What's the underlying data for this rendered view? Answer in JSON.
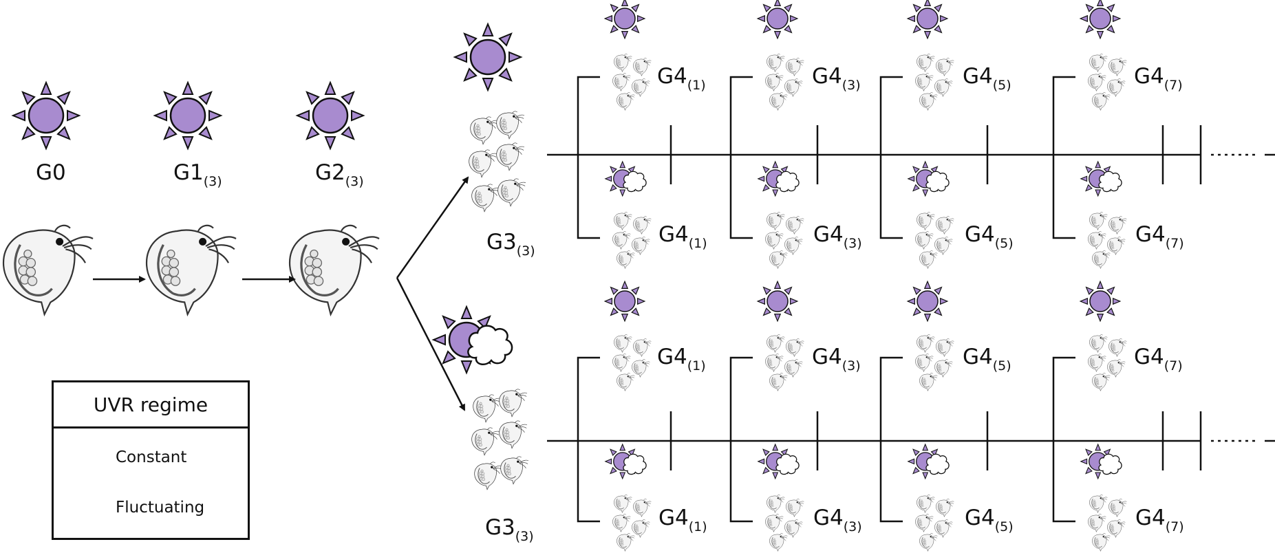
{
  "colors": {
    "sun_fill": "#a88bcf",
    "line": "#111111"
  },
  "icons": {
    "constant_uvr": "sun-icon",
    "fluctuating_uvr": "sun-behind-cloud-icon",
    "organism": "daphnia-icon",
    "organism_group": "daphnia-cluster-icon"
  },
  "generations": {
    "g0": {
      "main": "G0",
      "sub": ""
    },
    "g1": {
      "main": "G1",
      "sub": "(3)"
    },
    "g2": {
      "main": "G2",
      "sub": "(3)"
    },
    "g3_constant": {
      "main": "G3",
      "sub": "(3)"
    },
    "g3_fluctuating": {
      "main": "G3",
      "sub": "(3)"
    }
  },
  "g4_labels": [
    {
      "main": "G4",
      "sub": "(1)"
    },
    {
      "main": "G4",
      "sub": "(3)"
    },
    {
      "main": "G4",
      "sub": "(5)"
    },
    {
      "main": "G4",
      "sub": "(7)"
    }
  ],
  "legend": {
    "title": "UVR regime",
    "constant": "Constant",
    "fluctuating": "Fluctuating"
  }
}
